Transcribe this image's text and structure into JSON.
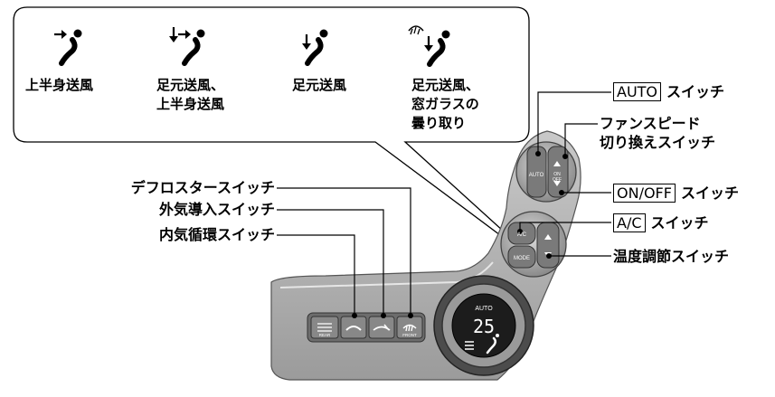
{
  "modes": [
    {
      "lines": [
        "上半身送風"
      ]
    },
    {
      "lines": [
        "足元送風、",
        "上半身送風"
      ]
    },
    {
      "lines": [
        "足元送風"
      ]
    },
    {
      "lines": [
        "足元送風、",
        "窓ガラスの",
        "曇り取り"
      ]
    }
  ],
  "callouts_left": {
    "defroster": "デフロスタースイッチ",
    "fresh_air": "外気導入スイッチ",
    "recirc": "内気循環スイッチ"
  },
  "callouts_right": {
    "auto_key": "AUTO",
    "auto_rest": "スイッチ",
    "fan_line1": "ファンスピード",
    "fan_line2": "切り換えスイッチ",
    "onoff_key": "ON/OFF",
    "onoff_rest": "スイッチ",
    "ac_key": "A/C",
    "ac_rest": "スイッチ",
    "temp": "温度調節スイッチ"
  },
  "panel": {
    "auto_btn": "AUTO",
    "onoff_btn": "ON\nOFF",
    "ac_btn": "A/C",
    "mode_btn": "MODE",
    "rear_btn": "REAR",
    "front_btn": "FRONT",
    "display_mode": "AUTO",
    "display_temp": "25"
  },
  "colors": {
    "panel": "#b7b7b7",
    "panel_dark": "#8c8c8c",
    "button": "#6d6d6d",
    "display": "#1c1c1c"
  }
}
